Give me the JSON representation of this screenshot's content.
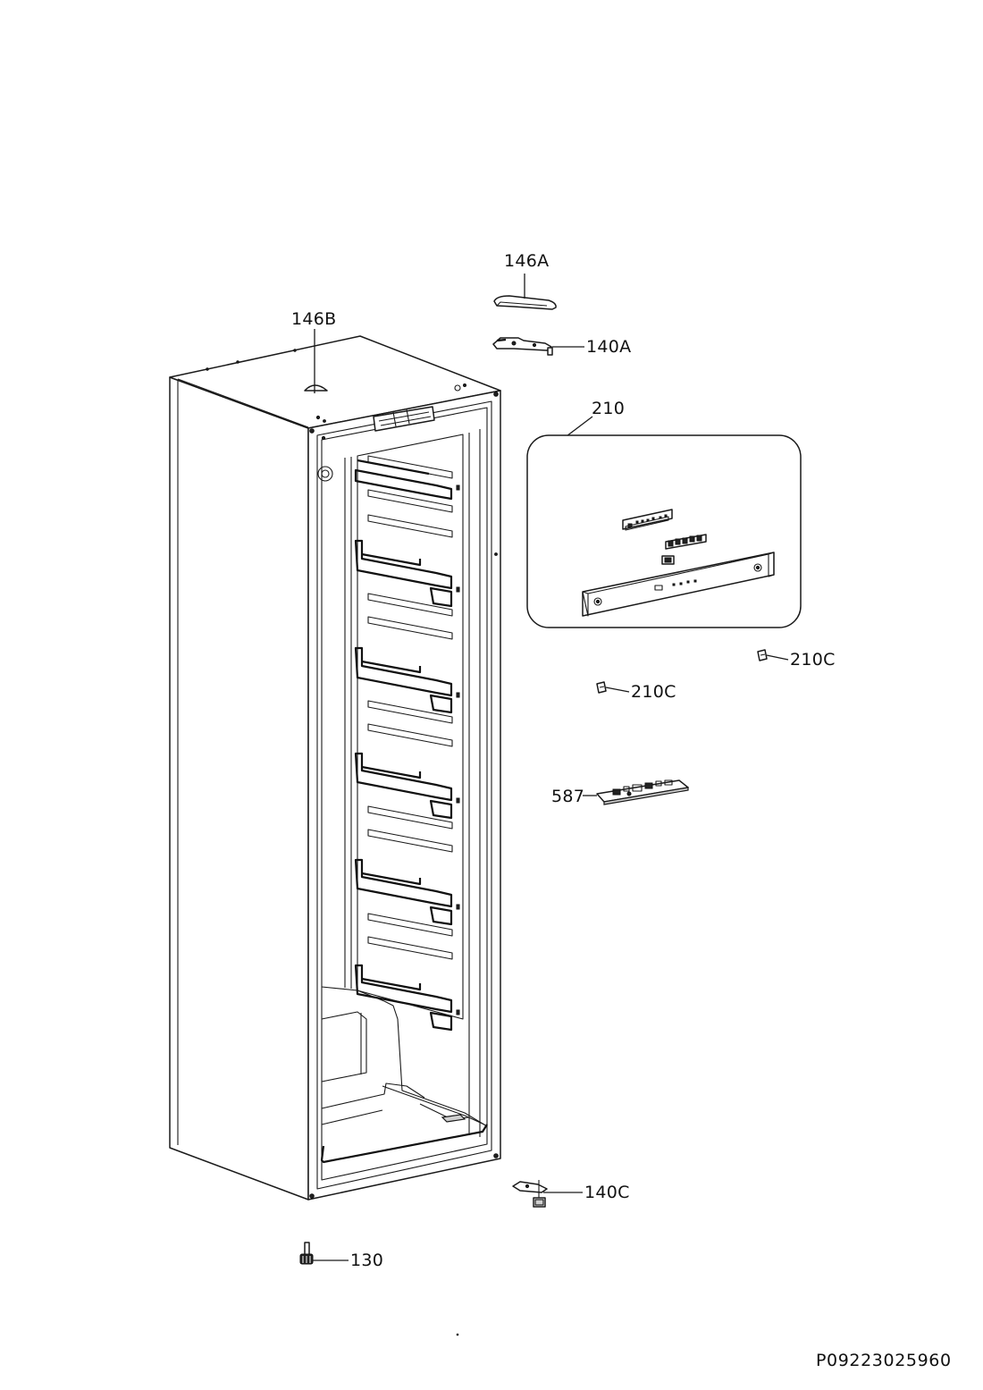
{
  "callouts": {
    "c146a": "146A",
    "c146b": "146B",
    "c140a": "140A",
    "c210": "210",
    "c210c_right": "210C",
    "c210c_mid": "210C",
    "c587": "587",
    "c140c": "140C",
    "c130": "130"
  },
  "document_id": "P09223025960",
  "colors": {
    "line": "#1a1a1a",
    "background": "#ffffff"
  }
}
